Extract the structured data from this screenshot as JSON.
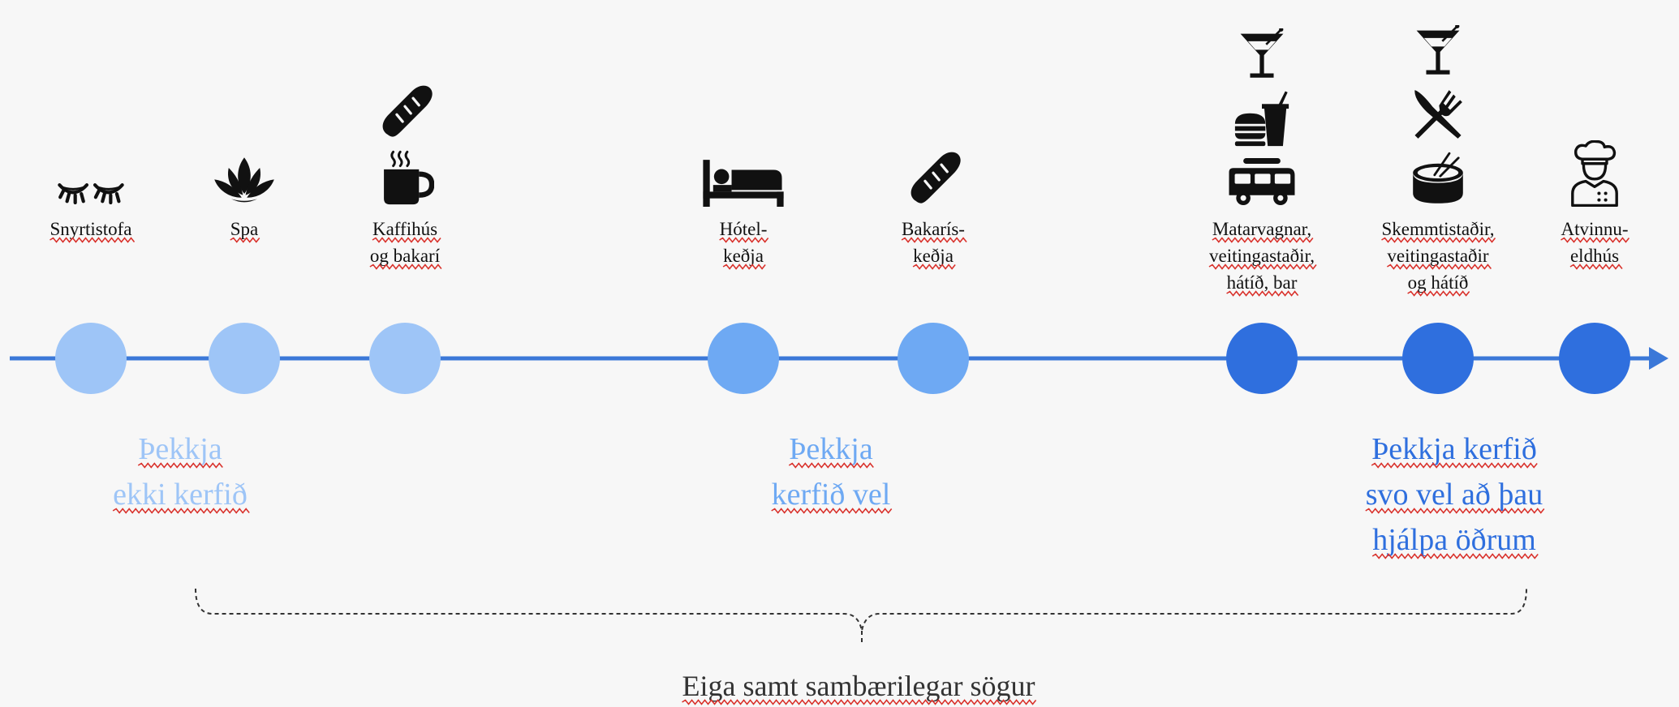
{
  "colors": {
    "background": "#f7f7f7",
    "axis": "#3b78d8",
    "light": "#9ec5f7",
    "medium": "#6ea9f3",
    "dark": "#2f6fde",
    "spellcheck": "#d9322c"
  },
  "timeline": {
    "items": [
      {
        "label": [
          "Snyrtistofa"
        ],
        "level": "light",
        "icons": [
          "eyelashes-icon"
        ]
      },
      {
        "label": [
          "Spa"
        ],
        "level": "light",
        "icons": [
          "lotus-icon"
        ]
      },
      {
        "label": [
          "Kaffihús",
          "og bakarí"
        ],
        "level": "light",
        "icons": [
          "baguette-icon",
          "coffee-cup-icon"
        ]
      },
      {
        "label": [
          "Hótel-",
          "keðja"
        ],
        "level": "medium",
        "icons": [
          "bed-icon"
        ]
      },
      {
        "label": [
          "Bakarís-",
          "keðja"
        ],
        "level": "medium",
        "icons": [
          "baguette-icon"
        ]
      },
      {
        "label": [
          "Matarvagnar,",
          "veitingastaðir,",
          "hátíð, bar"
        ],
        "level": "dark",
        "icons": [
          "cocktail-icon",
          "burger-drink-icon",
          "food-truck-icon"
        ]
      },
      {
        "label": [
          "Skemmtistaðir,",
          "veitingastaðir",
          "og hátíð"
        ],
        "level": "dark",
        "icons": [
          "cocktail-icon",
          "fork-knife-icon",
          "drum-icon"
        ]
      },
      {
        "label": [
          "Atvinnu-",
          "eldhús"
        ],
        "level": "dark",
        "icons": [
          "chef-icon"
        ]
      }
    ]
  },
  "groups": [
    {
      "lines": [
        "Þekkja",
        "ekki kerfið"
      ],
      "level": "light"
    },
    {
      "lines": [
        "Þekkja",
        "kerfið vel"
      ],
      "level": "medium"
    },
    {
      "lines": [
        "Þekkja kerfið",
        "svo vel að þau",
        "hjálpa öðrum"
      ],
      "level": "dark"
    }
  ],
  "caption": "Eiga samt sambærilegar sögur"
}
